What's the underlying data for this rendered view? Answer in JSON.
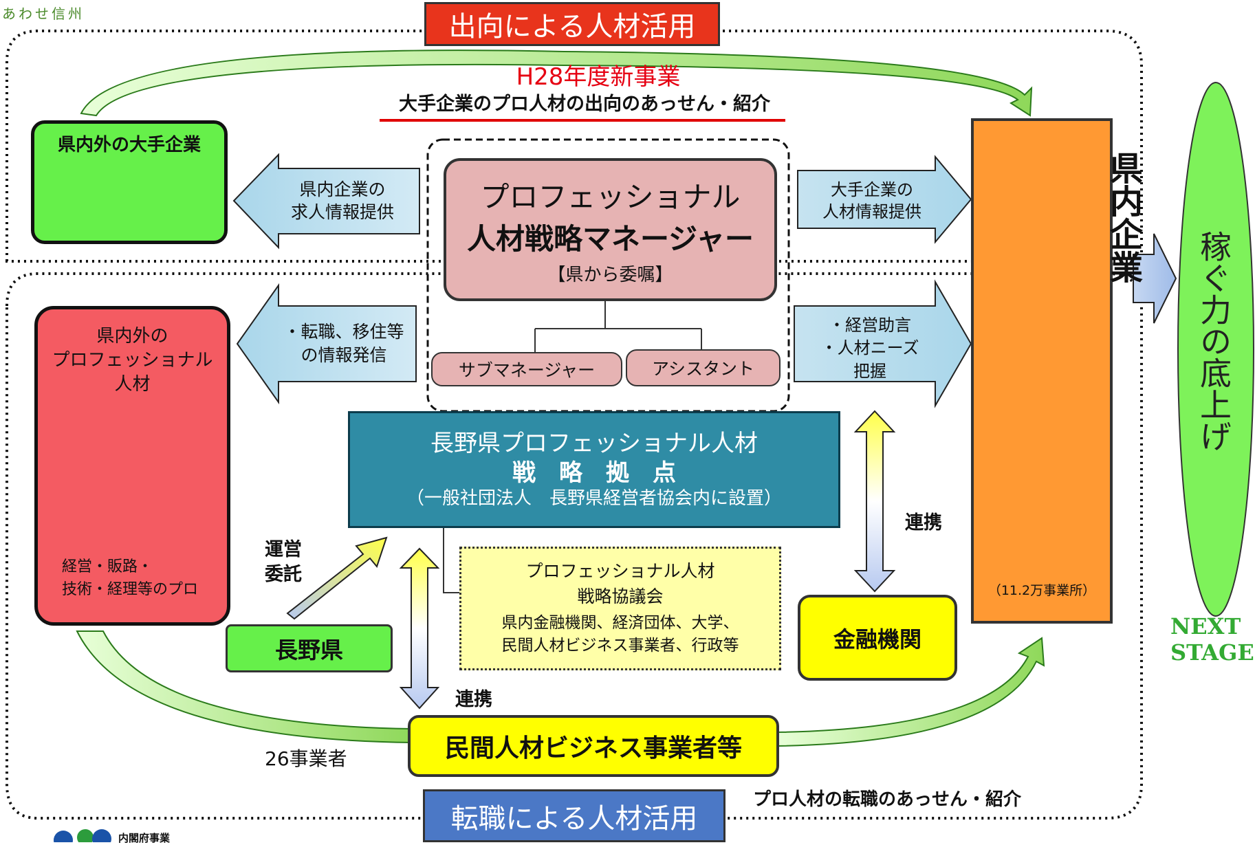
{
  "logo_text": "あわせ信州",
  "top_banner": "出向による人材活用",
  "h28_label": "H28年度新事業",
  "top_subtitle": "大手企業のプロ人材の出向のあっせん・紹介",
  "big_company_box": "県内外の大手企業",
  "arrow_left_1": [
    "県内企業の",
    "求人情報提供"
  ],
  "arrow_right_1": [
    "大手企業の",
    "人材情報提供"
  ],
  "manager_box": {
    "line1": "プロフェッショナル",
    "line2": "人材戦略マネージャー",
    "line3": "【県から委嘱】"
  },
  "sub_manager": "サブマネージャー",
  "assistant": "アシスタント",
  "arrow_left_2": [
    "・転職、移住等",
    "の情報発信"
  ],
  "arrow_right_2": [
    "・経営助言",
    "・人材ニーズ",
    "把握"
  ],
  "pro_talent_box": {
    "title": [
      "県内外の",
      "プロフェッショナル",
      "人材"
    ],
    "bottom": [
      "経営・販路・",
      "技術・経理等のプロ"
    ]
  },
  "hub_box": {
    "line1": "長野県プロフェッショナル人材",
    "line2": "戦　略　拠　点",
    "line3": "（一般社団法人　長野県経営者協会内に設置）"
  },
  "council_box": {
    "line1": "プロフェッショナル人材",
    "line2": "戦略協議会",
    "line3": "県内金融機関、経済団体、大学、",
    "line4": "民間人材ビジネス事業者、行政等"
  },
  "delegation": [
    "運営",
    "委託"
  ],
  "nagano_box": "長野県",
  "renkei_right": "連携",
  "renkei_bottom": "連携",
  "finance_box": "金融機関",
  "business_box": "民間人材ビジネス事業者等",
  "business_count": "26事業者",
  "bottom_banner": "転職による人材活用",
  "bottom_caption": "プロ人材の転職のあっせん・紹介",
  "company_box": {
    "title": "県内企業",
    "count": "（11.2万事業所）"
  },
  "goal_oval": "稼ぐ力の底上げ",
  "next_stage": [
    "NEXT",
    "STAGE"
  ],
  "footer_logo": "内閣府事業",
  "colors": {
    "red_banner": "#e8341c",
    "blue_banner": "#4b78c6",
    "green_box": "#66f04a",
    "pink_box": "#f45b62",
    "manager_pink": "#e6b3b3",
    "teal_hub": "#2f8ca5",
    "yellow": "#ffff00",
    "light_yellow": "#ffffa8",
    "orange": "#ff9933",
    "arrow_blue": "#b8dcec",
    "oval_green": "#7ef25a",
    "next_green": "#33aa33"
  }
}
